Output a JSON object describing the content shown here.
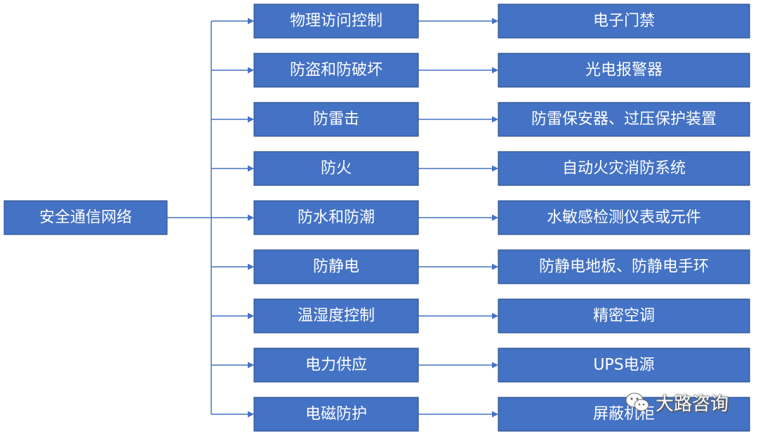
{
  "root": {
    "label": "安全通信网络"
  },
  "rows": [
    {
      "category": "物理访问控制",
      "measure": "电子门禁"
    },
    {
      "category": "防盗和防破坏",
      "measure": "光电报警器"
    },
    {
      "category": "防雷击",
      "measure": "防雷保安器、过压保护装置"
    },
    {
      "category": "防火",
      "measure": "自动火灾消防系统"
    },
    {
      "category": "防水和防潮",
      "measure": "水敏感检测仪表或元件"
    },
    {
      "category": "防静电",
      "measure": "防静电地板、防静电手环"
    },
    {
      "category": "温湿度控制",
      "measure": "精密空调"
    },
    {
      "category": "电力供应",
      "measure": "UPS电源"
    },
    {
      "category": "电磁防护",
      "measure": "屏蔽机柜"
    }
  ],
  "watermark": {
    "text": "大路咨询",
    "icon": "wechat-icon"
  },
  "colors": {
    "box_fill": "#4472C4",
    "box_border": "#2F528F",
    "connector": "#4472C4",
    "text": "#FFFFFF"
  }
}
